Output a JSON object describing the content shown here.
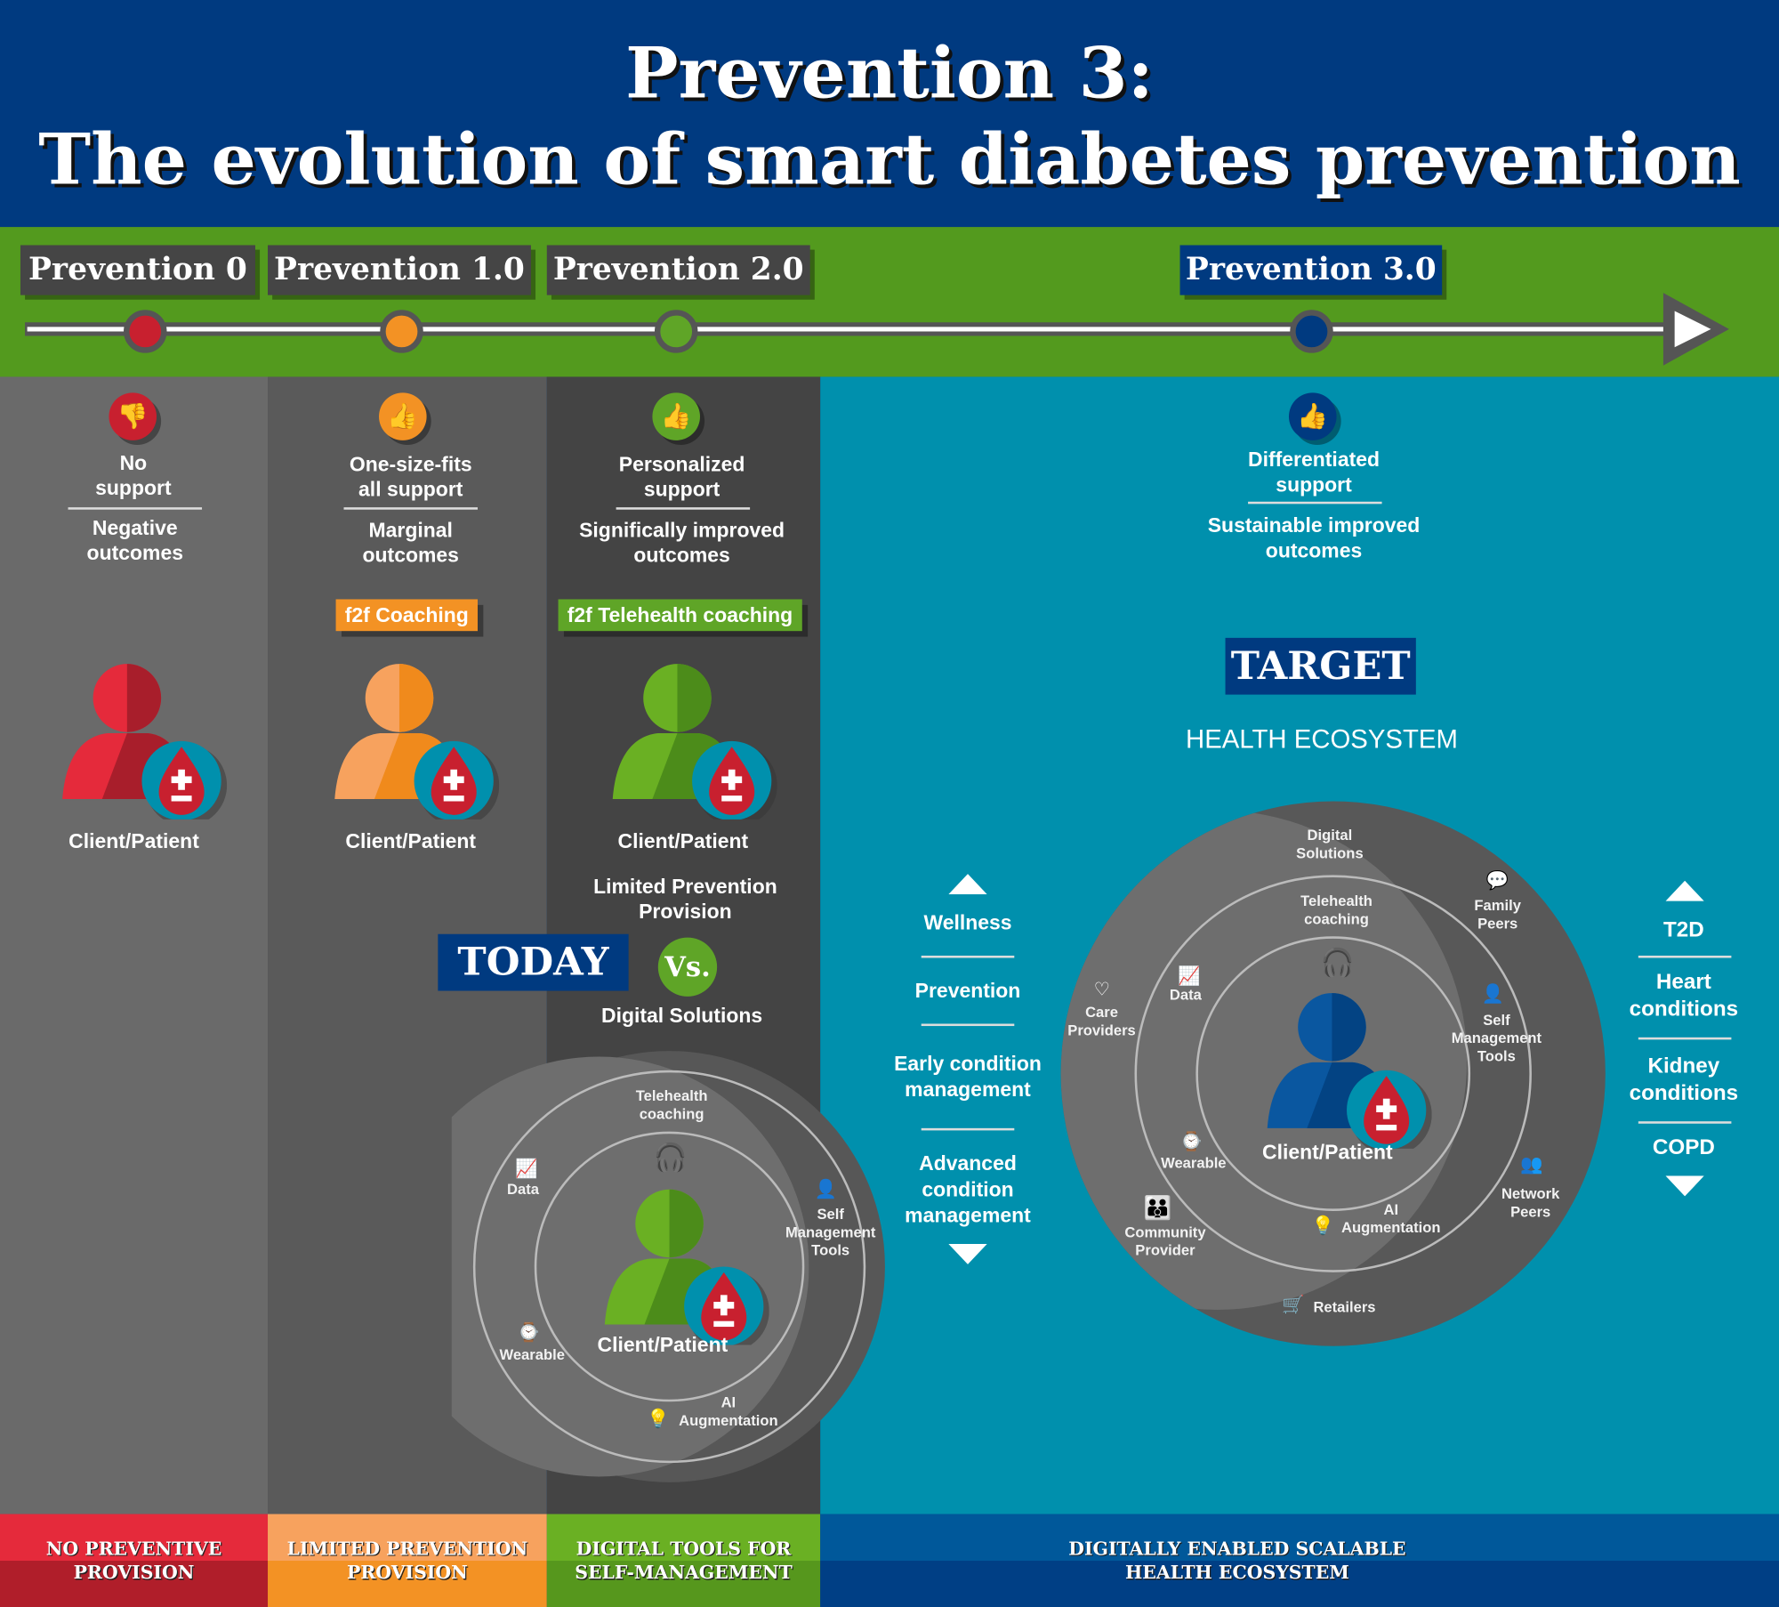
{
  "header": {
    "title_line1": "Prevention 3:",
    "title_line2": "The evolution of smart diabetes prevention"
  },
  "colors": {
    "header": "#003a80",
    "timeline_band": "#539a1e",
    "red": "#c8202f",
    "orange": "#f39224",
    "green": "#5fa527",
    "navy": "#003a80",
    "teal": "#0090ad"
  },
  "stages": [
    {
      "tag": "Prevention 0",
      "support": "No support",
      "outcome": "Negative outcomes",
      "person_label": "Client/Patient",
      "bottom": "NO PREVENTIVE PROVISION",
      "icon": "thumbs-down-icon"
    },
    {
      "tag": "Prevention 1.0",
      "support": "One-size-fits all support",
      "outcome": "Marginal outcomes",
      "badge": "f2f Coaching",
      "person_label": "Client/Patient",
      "bottom": "LIMITED PREVENTION PROVISION",
      "icon": "thumbs-up-icon"
    },
    {
      "tag": "Prevention 2.0",
      "support": "Personalized support",
      "outcome": "Significally improved outcomes",
      "badge": "f2f Telehealth coaching",
      "person_label": "Client/Patient",
      "note": "Limited Prevention Provision",
      "bottom": "DIGITAL TOOLS FOR SELF-MANAGEMENT",
      "icon": "thumbs-up-icon"
    },
    {
      "tag": "Prevention 3.0",
      "support": "Differentiated support",
      "outcome": "Sustainable improved outcomes",
      "bottom": "DIGITALLY ENABLED SCALABLE HEALTH ECOSYSTEM",
      "icon": "thumbs-up-icon"
    }
  ],
  "today": {
    "label": "TODAY",
    "vs": "Vs.",
    "digital": "Digital Solutions"
  },
  "today_circle": {
    "telehealth": "Telehealth coaching",
    "data": "Data",
    "self_mgmt": "Self Management Tools",
    "wearable": "Wearable",
    "ai": "AI Augmentation",
    "center": "Client/Patient"
  },
  "target": {
    "label": "TARGET",
    "subtitle": "HEALTH ECOSYSTEM"
  },
  "care_continuum": [
    "Wellness",
    "Prevention",
    "Early condition management",
    "Advanced condition management"
  ],
  "conditions": [
    "T2D",
    "Heart conditions",
    "Kidney conditions",
    "COPD"
  ],
  "target_circle": {
    "digital": "Digital Solutions",
    "telehealth": "Telehealth coaching",
    "family": "Family Peers",
    "care": "Care Providers",
    "data": "Data",
    "self_mgmt": "Self Management Tools",
    "wearable": "Wearable",
    "center": "Client/Patient",
    "network": "Network Peers",
    "community": "Community Provider",
    "ai": "AI Augmentation",
    "retailers": "Retailers"
  }
}
